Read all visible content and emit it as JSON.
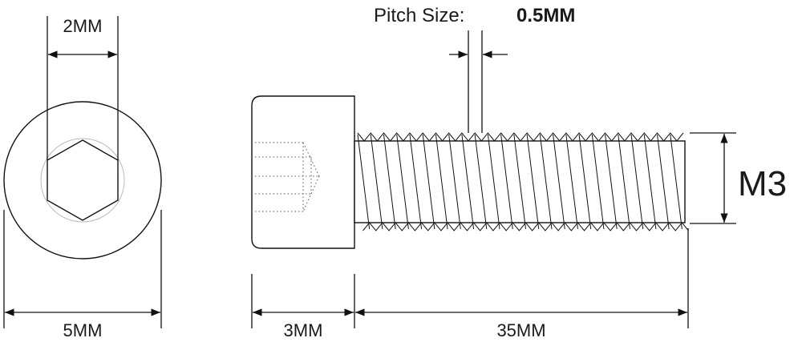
{
  "labels": {
    "hex_width": "2MM",
    "head_diameter": "5MM",
    "head_length": "3MM",
    "thread_length": "35MM",
    "pitch_label": "Pitch Size:",
    "pitch_value": "0.5MM",
    "thread_size": "M3"
  },
  "colors": {
    "line": "#111111",
    "text": "#1a1a1a",
    "background": "#ffffff"
  },
  "thread": {
    "crests": 25
  }
}
